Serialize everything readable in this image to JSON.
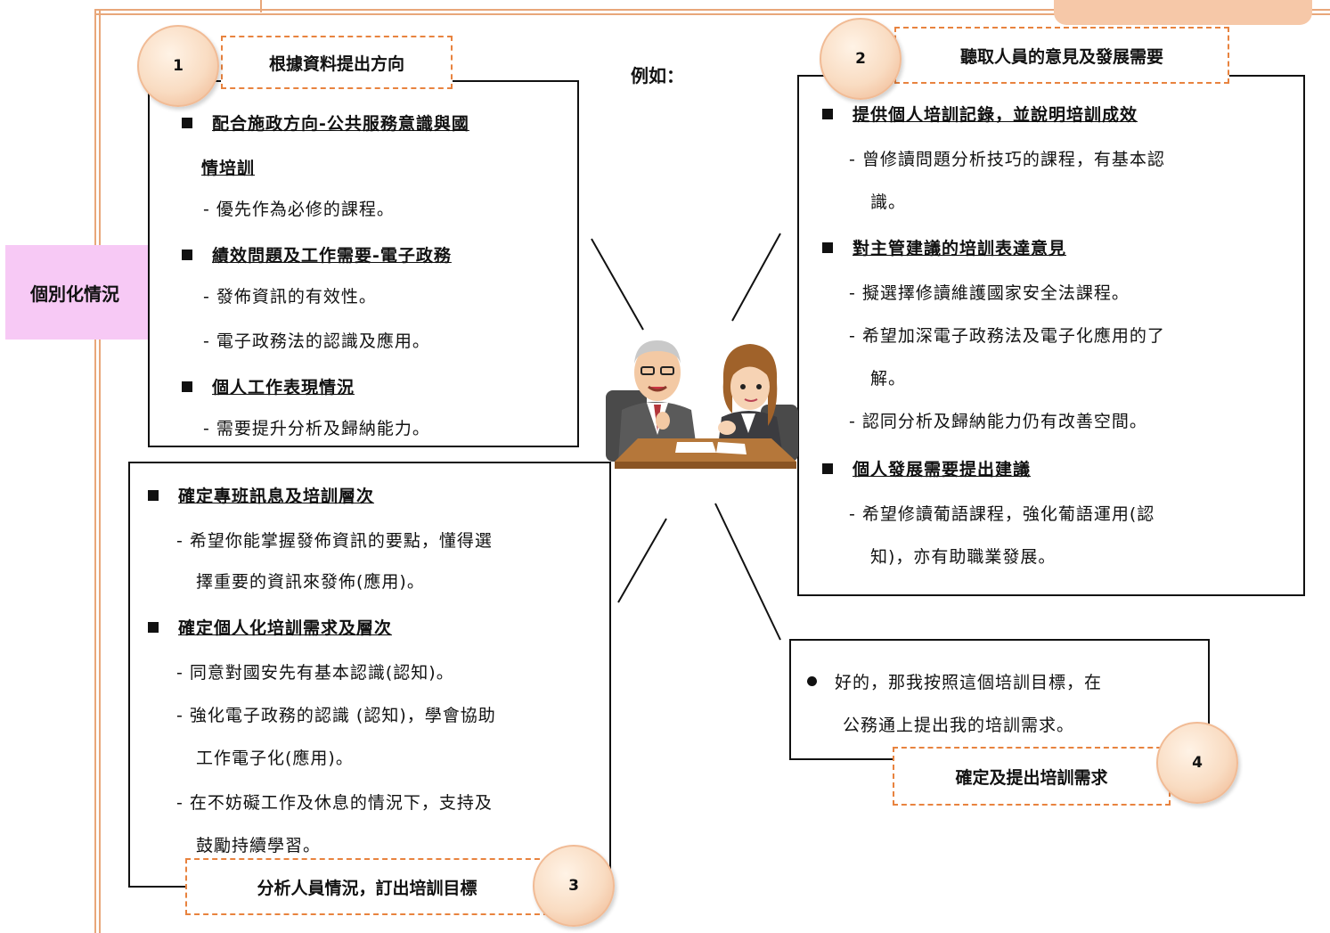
{
  "pointer_label": "個別化情況",
  "example_label": "例如：",
  "step1": {
    "number": "1",
    "title": "根據資料提出方向",
    "items": [
      {
        "heading_line1": "配合施政方向-公共服務意識與國",
        "heading_line2": "情培訓",
        "details": [
          "- 優先作為必修的課程。"
        ]
      },
      {
        "heading_line1": "績效問題及工作需要-電子政務",
        "details": [
          "- 發佈資訊的有效性。",
          "- 電子政務法的認識及應用。"
        ]
      },
      {
        "heading_line1": "個人工作表現情況",
        "details": [
          "- 需要提升分析及歸納能力。"
        ]
      }
    ]
  },
  "step2": {
    "number": "2",
    "title": "聽取人員的意見及發展需要",
    "items": [
      {
        "heading": "提供個人培訓記錄，並說明培訓成效",
        "details": [
          "- 曾修讀問題分析技巧的課程，有基本認",
          "識。"
        ]
      },
      {
        "heading": "對主管建議的培訓表達意見",
        "details": [
          "- 擬選擇修讀維護國家安全法課程。",
          "- 希望加深電子政務法及電子化應用的了",
          "解。",
          "- 認同分析及歸納能力仍有改善空間。"
        ]
      },
      {
        "heading": "個人發展需要提出建議",
        "details": [
          "- 希望修讀葡語課程，強化葡語運用(認",
          "知)，亦有助職業發展。"
        ]
      }
    ]
  },
  "step3": {
    "number": "3",
    "title": "分析人員情況，訂出培訓目標",
    "items": [
      {
        "heading": "確定專班訊息及培訓層次",
        "details": [
          "- 希望你能掌握發佈資訊的要點，懂得選",
          "擇重要的資訊來發佈(應用)。"
        ]
      },
      {
        "heading": "確定個人化培訓需求及層次",
        "details": [
          "- 同意對國安先有基本認識(認知)。",
          "- 強化電子政務的認識 (認知)，學會協助",
          "工作電子化(應用)。",
          "- 在不妨礙工作及休息的情況下，支持及",
          "鼓勵持續學習。"
        ]
      }
    ]
  },
  "step4": {
    "number": "4",
    "title": "確定及提出培訓需求",
    "text_lines": [
      "好的，那我按照這個培訓目標，在",
      "公務通上提出我的培訓需求。"
    ]
  },
  "colors": {
    "frame": "#e8a77a",
    "dashed": "#e8833f",
    "pointer": "#f7c9f5",
    "circle": "#f9dcc2"
  }
}
